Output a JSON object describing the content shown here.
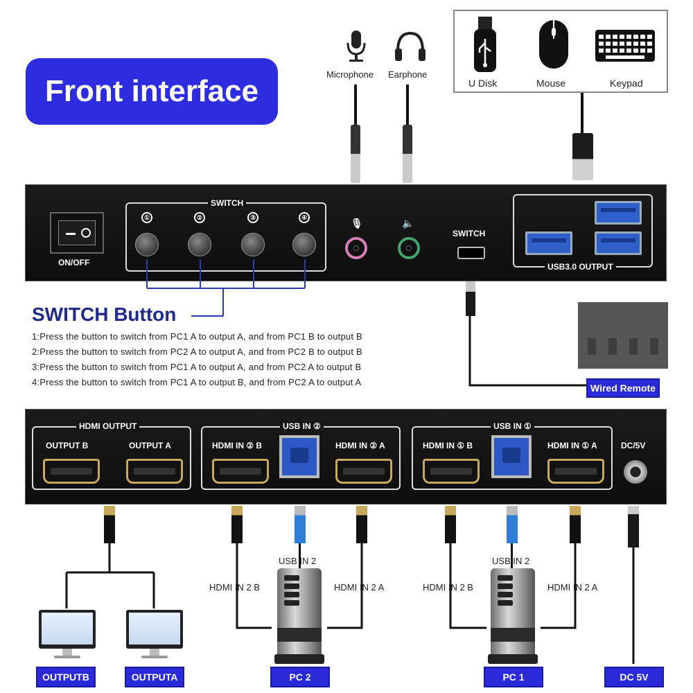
{
  "title": "Front interface",
  "peripherals": {
    "microphone": "Microphone",
    "earphone": "Earphone",
    "udisk": "U Disk",
    "mouse": "Mouse",
    "keypad": "Keypad"
  },
  "front_panel": {
    "onoff": "ON/OFF",
    "switch_group": "SWITCH",
    "switch_numbers": [
      "①",
      "②",
      "③",
      "④"
    ],
    "mic_symbol": "🎙",
    "speaker_symbol": "🔈",
    "switch_port": "SWITCH",
    "usb_output": "USB3.0 OUTPUT"
  },
  "switch_button": {
    "heading": "SWITCH Button",
    "lines": [
      "1:Press the button to switch from PC1 A to output A, and from PC1 B to output B",
      "2:Press the button to switch from PC2 A to output A, and from PC2 B to output B",
      "3:Press the button to switch from PC1 A to output A, and from PC2 A to output B",
      "4:Press the button to switch from PC1 A to output B, and from PC2 A to output A"
    ]
  },
  "wired_remote": "Wired Remote",
  "rear_panel": {
    "hdmi_output": "HDMI OUTPUT",
    "output_b": "OUTPUT B",
    "output_a": "OUTPUT A",
    "usb_in_2": "USB IN ②",
    "hdmi_in_2b": "HDMI IN ② B",
    "hdmi_in_2a": "HDMI IN ② A",
    "usb_in_1": "USB IN ①",
    "hdmi_in_1b": "HDMI IN ① B",
    "hdmi_in_1a": "HDMI IN ① A",
    "dc": "DC/5V"
  },
  "connections": {
    "usb_in_2_a": "USB IN 2",
    "hdmi_in_2b_a": "HDMI IN 2 B",
    "hdmi_in_2a_a": "HDMI IN 2 A",
    "usb_in_2_b": "USB IN 2",
    "hdmi_in_2b_b": "HDMI IN 2 B",
    "hdmi_in_2a_b": "HDMI IN 2 A"
  },
  "badges": {
    "outputb": "OUTPUTB",
    "outputa": "OUTPUTA",
    "pc2": "PC 2",
    "pc1": "PC 1",
    "dc5v": "DC 5V"
  },
  "colors": {
    "accent_blue": "#2d2ce0",
    "heading_blue": "#1f2a8a",
    "hdmi_gold": "#c8a85a",
    "usb_blue": "#2f5fc9"
  }
}
